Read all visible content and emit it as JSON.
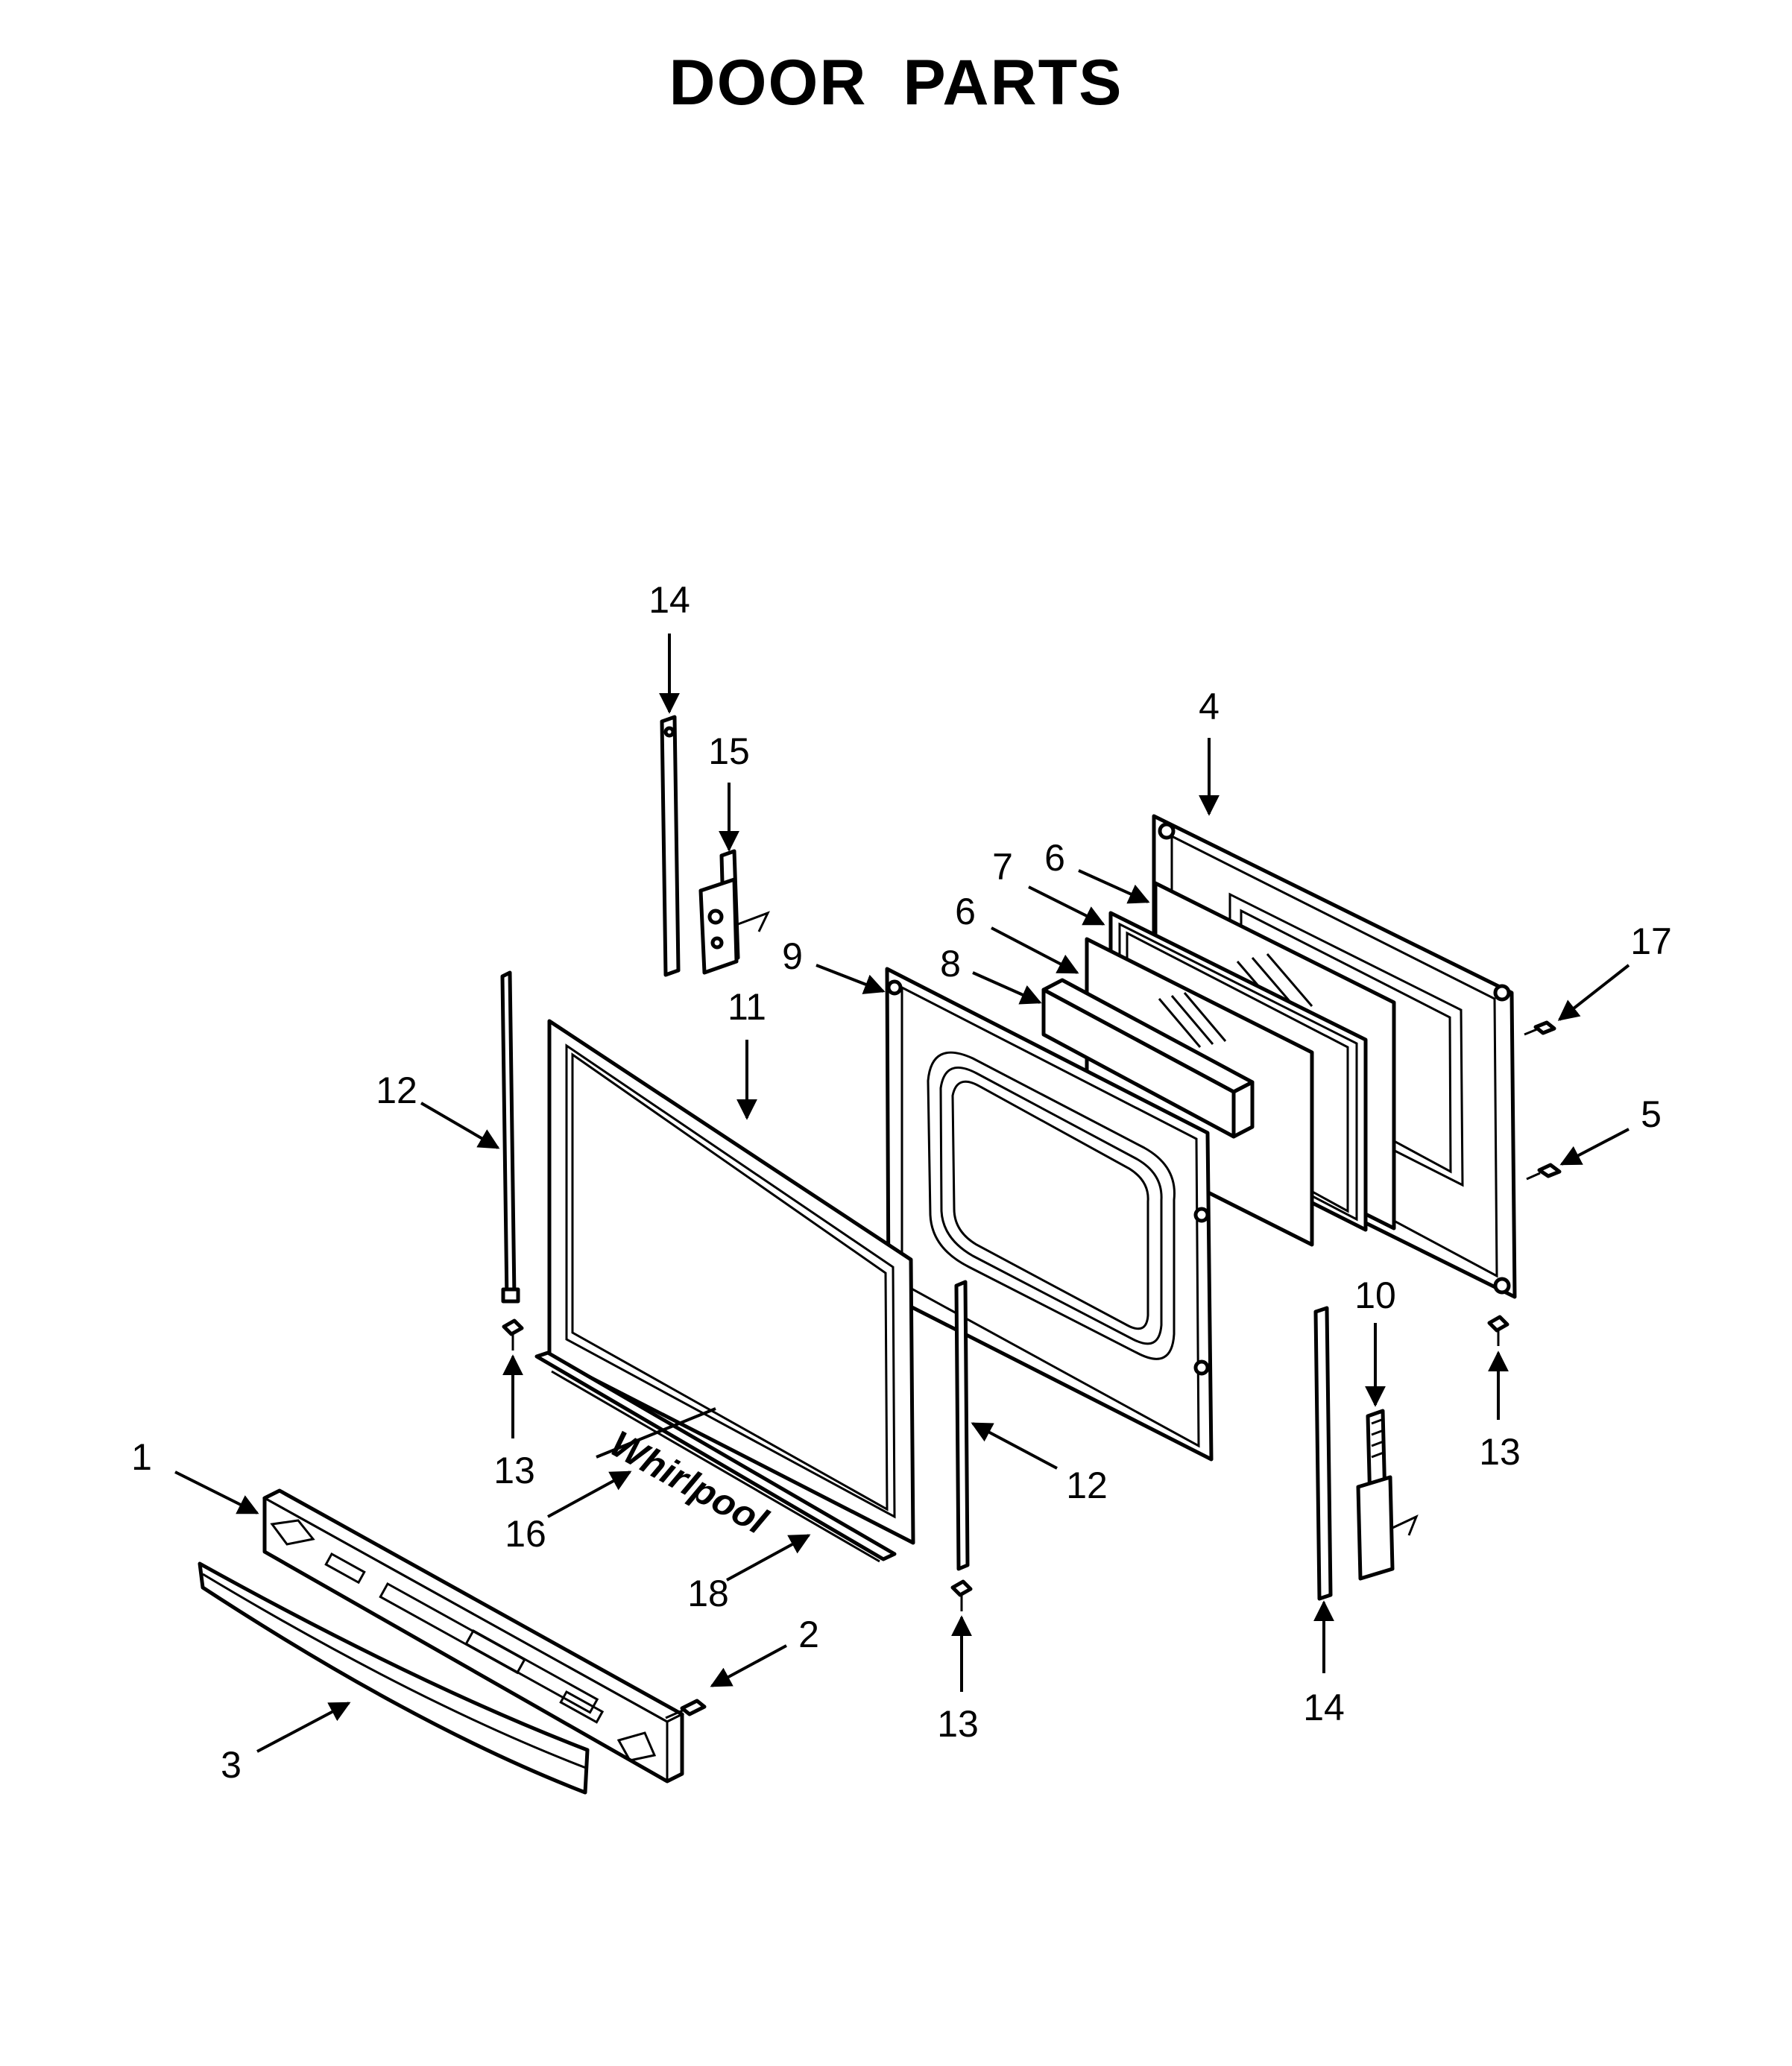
{
  "title": "DOOR PARTS",
  "callouts": {
    "c1": "1",
    "c2": "2",
    "c3": "3",
    "c4": "4",
    "c5": "5",
    "c6a": "6",
    "c6b": "6",
    "c7": "7",
    "c8": "8",
    "c9": "9",
    "c10": "10",
    "c11": "11",
    "c12a": "12",
    "c12b": "12",
    "c13a": "13",
    "c13b": "13",
    "c13c": "13",
    "c14a": "14",
    "c14b": "14",
    "c15": "15",
    "c16": "16",
    "c17": "17",
    "c18": "18"
  },
  "brand_logo_text": "Whirlpool",
  "colors": {
    "line": "#000000",
    "background": "#ffffff"
  }
}
